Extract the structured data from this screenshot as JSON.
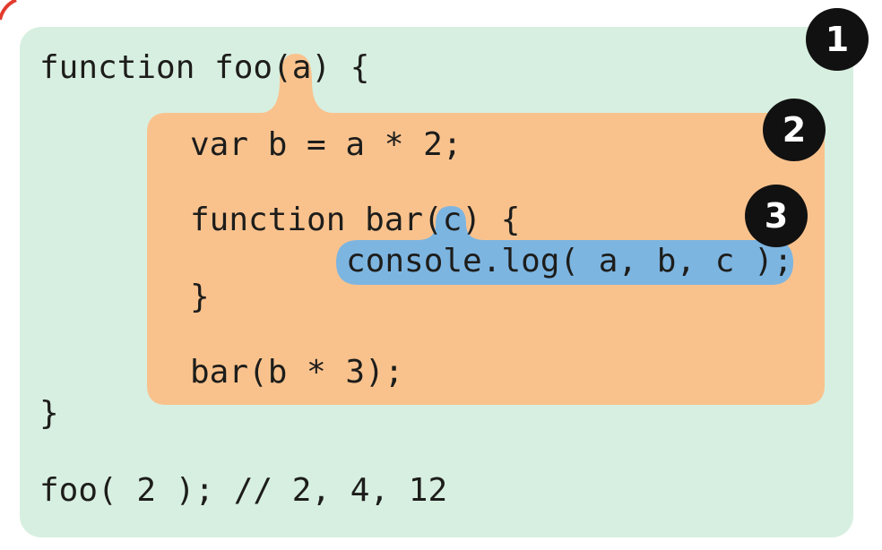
{
  "scopes": [
    {
      "id": "global",
      "badge": "1",
      "color": "#d7efe0"
    },
    {
      "id": "foo",
      "badge": "2",
      "color": "#f9c28d"
    },
    {
      "id": "bar",
      "badge": "3",
      "color": "#7db5e1"
    }
  ],
  "code": {
    "line_foo_decl": "function foo(a) {",
    "line_var_b": "var b = a * 2;",
    "line_bar_decl": "function bar(c) {",
    "line_console": "console.log( a, b, c );",
    "line_bar_close": "}",
    "line_bar_call": "bar(b * 3);",
    "line_foo_close": "}",
    "line_foo_call": "foo( 2 ); // 2, 4, 12"
  }
}
